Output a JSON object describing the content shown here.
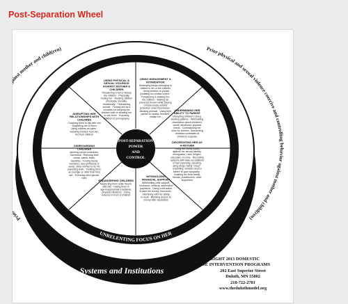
{
  "page": {
    "title": "Post-Separation Wheel"
  },
  "wheel": {
    "hub": [
      "POST-SEPARATION",
      "POWER",
      "AND",
      "CONTROL"
    ],
    "rim_top": "UNRELENTING FOCUS ON HER",
    "rim_bottom": "UNRELENTING FOCUS ON HER",
    "outer_text_right": "Prior physical and sexual violence coercive and controlling behavior against mother and child(ren)",
    "outer_text_left": "Prior physical and sexual violence coercive and controlling behavior against mother and child(ren)",
    "base_label": "Systems and Institutions",
    "segments": [
      {
        "head": "USING PHYSICAL & SEXUAL VIOLENCE AGAINST MOTHER & CHILDREN",
        "body": "Threatening to kill or kidnap the children · Physically hurting her · Abusing children physically, sexually, emotionally · Threatening suicide · Forcing sex as a condition for keeping the children safe or allowing her to see them · Exposing children to pornography"
      },
      {
        "head": "USING HARASSMENT & INTIMIDATION",
        "body": "Destroying things belonging or related to her or the children · Using children to punish (isolating no-contact orders · Threatening & stalking her, the children · Making his presence known while staying conspicuously outside protection order boundaries · Abusing animals · Using third parties to harass, threaten, malign her"
      },
      {
        "head": "UNDERMINING HER ABILITY TO PARENT",
        "body": "Disrupting children's sleep, feeding patterns · Withholding information about children's social, emotional, physical needs · Contradicting her rules for children. Demanding visitation schedules at children's expense"
      },
      {
        "head": "DISCREDITING HER AS A MOTHER",
        "body": "Using her social status against her sexual identity, immigration, race, religion, education, income · Recruiting systems with false accusations of bad parenting, cheating, using drugs, being \"crazy\" · Exploiting \"children need a father\" to gain sympathy · Isolating her from family, friends, practitioners, other supporters"
      },
      {
        "head": "WITHHOLDING FINANCIAL SUPPORT",
        "body": "Withholding child support, insurance, medical, dependent payments · Using court action to take her money, resources · Interfering with her ability to work · Blocking access to money after separation"
      },
      {
        "head": "ENDANGERING CHILDREN",
        "body": "Neglecting them while they're with him · Failing them in age-inappropriate emotional, physical situations · Using violence in front of children"
      },
      {
        "head": "DISREGARDING CHILDREN",
        "body": "Ignoring school schedules, homework · Refusing their needs, wants, fears, identities · Forcing family members, new girlfriends or wives, other women to do his parenting work · Treating them as younger or older than they are · Enforcing strict gender roles"
      },
      {
        "head": "DISRUPTING HER RELATIONSHIPS WITH CHILDREN",
        "body": "Coaching them to ally with him · Degrading her to them · Using children as spies · Isolating children from her, her from children"
      }
    ]
  },
  "copyright": {
    "line1": "© COPYRIGHT 2013 DOMESTIC",
    "line2": "ABUSE INTERVENTION PROGRAMS",
    "line3": "202 East Superior Street",
    "line4": "Duluth, MN 55802",
    "line5": "218-722-2781",
    "line6": "www.theduluthmodel.org"
  }
}
